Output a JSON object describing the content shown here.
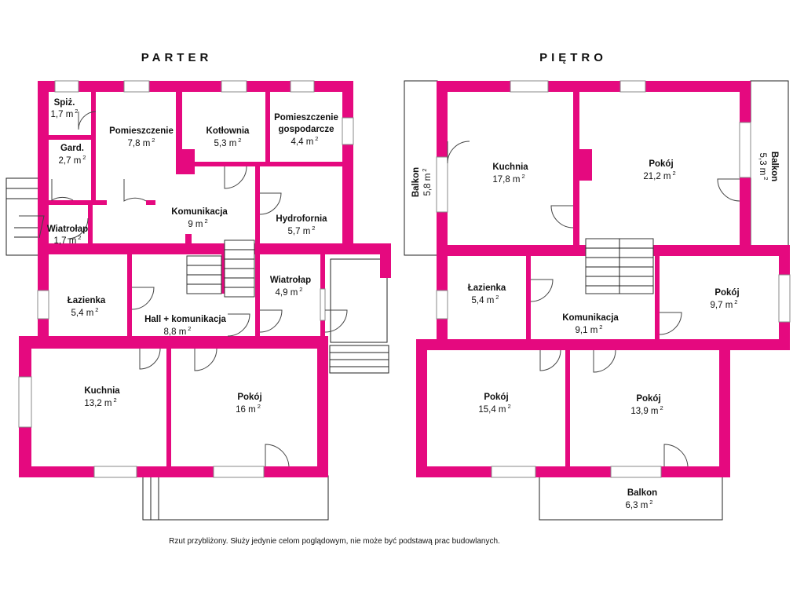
{
  "colors": {
    "wall": "#e5097f",
    "outline": "#222222"
  },
  "floors": {
    "parter": {
      "title": "PARTER",
      "rooms": [
        {
          "id": "spiz",
          "name": "Spiż.",
          "area": "1,7 m",
          "sup": "2"
        },
        {
          "id": "gard",
          "name": "Gard.",
          "area": "2,7 m",
          "sup": "2"
        },
        {
          "id": "pomieszczenie",
          "name": "Pomieszczenie",
          "area": "7,8 m",
          "sup": "2"
        },
        {
          "id": "kotlownia",
          "name": "Kotłownia",
          "area": "5,3 m",
          "sup": "2"
        },
        {
          "id": "gospodarcze",
          "name": "Pomieszczenie",
          "name2": "gospodarcze",
          "area": "4,4 m",
          "sup": "2"
        },
        {
          "id": "wiatrolap-1",
          "name": "Wiatrołap",
          "area": "1,7 m",
          "sup": "2"
        },
        {
          "id": "komunikacja",
          "name": "Komunikacja",
          "area": "9 m",
          "sup": "2"
        },
        {
          "id": "hydrofornia",
          "name": "Hydrofornia",
          "area": "5,7 m",
          "sup": "2"
        },
        {
          "id": "lazienka",
          "name": "Łazienka",
          "area": "5,4 m",
          "sup": "2"
        },
        {
          "id": "hall",
          "name": "Hall + komunikacja",
          "area": "8,8 m",
          "sup": "2"
        },
        {
          "id": "wiatrolap-2",
          "name": "Wiatrołap",
          "area": "4,9 m",
          "sup": "2"
        },
        {
          "id": "kuchnia",
          "name": "Kuchnia",
          "area": "13,2 m",
          "sup": "2"
        },
        {
          "id": "pokoj",
          "name": "Pokój",
          "area": "16 m",
          "sup": "2"
        }
      ]
    },
    "pietro": {
      "title": "PIĘTRO",
      "rooms": [
        {
          "id": "balkon-left",
          "name": "Balkon",
          "area": "5,8 m",
          "sup": "2"
        },
        {
          "id": "kuchnia",
          "name": "Kuchnia",
          "area": "17,8 m",
          "sup": "2"
        },
        {
          "id": "pokoj-1",
          "name": "Pokój",
          "area": "21,2 m",
          "sup": "2"
        },
        {
          "id": "balkon-right",
          "name": "Balkon",
          "area": "5,3 m",
          "sup": "2"
        },
        {
          "id": "lazienka",
          "name": "Łazienka",
          "area": "5,4 m",
          "sup": "2"
        },
        {
          "id": "komunikacja",
          "name": "Komunikacja",
          "area": "9,1 m",
          "sup": "2"
        },
        {
          "id": "pokoj-2",
          "name": "Pokój",
          "area": "9,7 m",
          "sup": "2"
        },
        {
          "id": "pokoj-3",
          "name": "Pokój",
          "area": "15,4 m",
          "sup": "2"
        },
        {
          "id": "pokoj-4",
          "name": "Pokój",
          "area": "13,9 m",
          "sup": "2"
        },
        {
          "id": "balkon-bottom",
          "name": "Balkon",
          "area": "6,3 m",
          "sup": "2"
        }
      ]
    }
  },
  "disclaimer": "Rzut przybliżony. Służy jedynie celom poglądowym, nie może być podstawą prac budowlanych."
}
